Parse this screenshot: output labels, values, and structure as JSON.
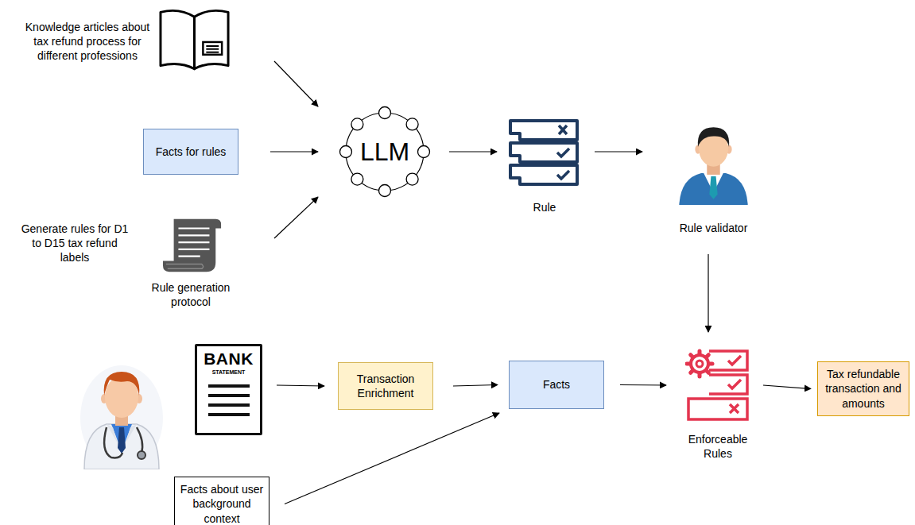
{
  "diagram": {
    "nodes": [
      {
        "text": [
          "Knowledge articles about tax refund process for different professions"
        ]
      },
      {
        "text": [
          "Facts for rules"
        ]
      },
      {
        "text": [
          "Generate rules for D1 to D15 tax refund labels",
          "Rule generation protocol"
        ]
      },
      {
        "text": [
          "LLM"
        ]
      },
      {
        "text": [
          "Rule"
        ]
      },
      {
        "text": [
          "Rule validator"
        ]
      },
      {
        "text": [
          "BANK",
          "STATEMENT"
        ]
      },
      {
        "text": [
          "Transaction Enrichment"
        ]
      },
      {
        "text": [
          "Facts"
        ]
      },
      {
        "text": [
          "Facts about user background context"
        ]
      },
      {
        "text": [
          "Enforceable Rules"
        ]
      },
      {
        "text": [
          "Tax refundable transaction and amounts"
        ]
      }
    ],
    "edges": [
      {
        "from": 0,
        "to": 3,
        "arrow": "to"
      },
      {
        "from": 1,
        "to": 3,
        "arrow": "to"
      },
      {
        "from": 2,
        "to": 3,
        "arrow": "to"
      },
      {
        "from": 3,
        "to": 4,
        "arrow": "to"
      },
      {
        "from": 4,
        "to": 5,
        "arrow": "to"
      },
      {
        "from": 5,
        "to": 10,
        "arrow": "to"
      },
      {
        "from": 6,
        "to": 7,
        "arrow": "to"
      },
      {
        "from": 7,
        "to": 8,
        "arrow": "to"
      },
      {
        "from": 9,
        "to": 8,
        "arrow": "to"
      },
      {
        "from": 8,
        "to": 10,
        "arrow": "to"
      },
      {
        "from": 10,
        "to": 11,
        "arrow": "to"
      }
    ]
  }
}
